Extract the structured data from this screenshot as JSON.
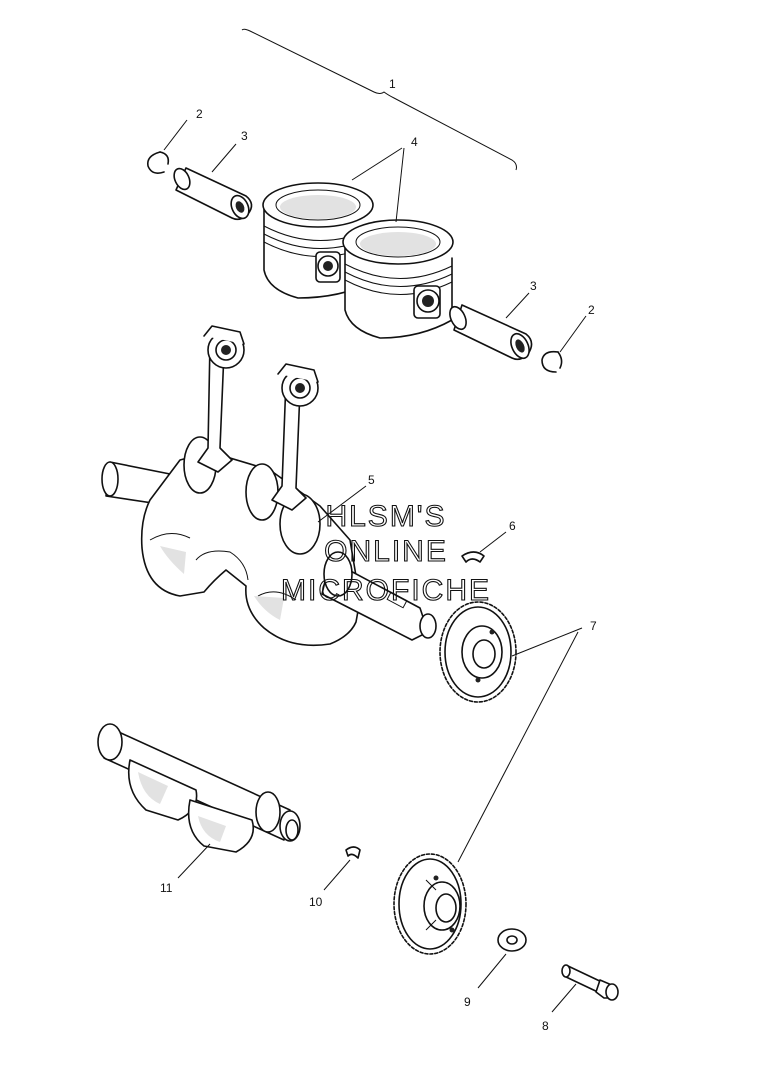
{
  "callouts": {
    "c1": "1",
    "c2a": "2",
    "c3a": "3",
    "c4": "4",
    "c3b": "3",
    "c2b": "2",
    "c5": "5",
    "c6": "6",
    "c7": "7",
    "c11": "11",
    "c10": "10",
    "c9": "9",
    "c8": "8"
  },
  "watermark": {
    "line1": "HLSM'S",
    "line2": "ONLINE",
    "line3": "MICROFICHE"
  }
}
